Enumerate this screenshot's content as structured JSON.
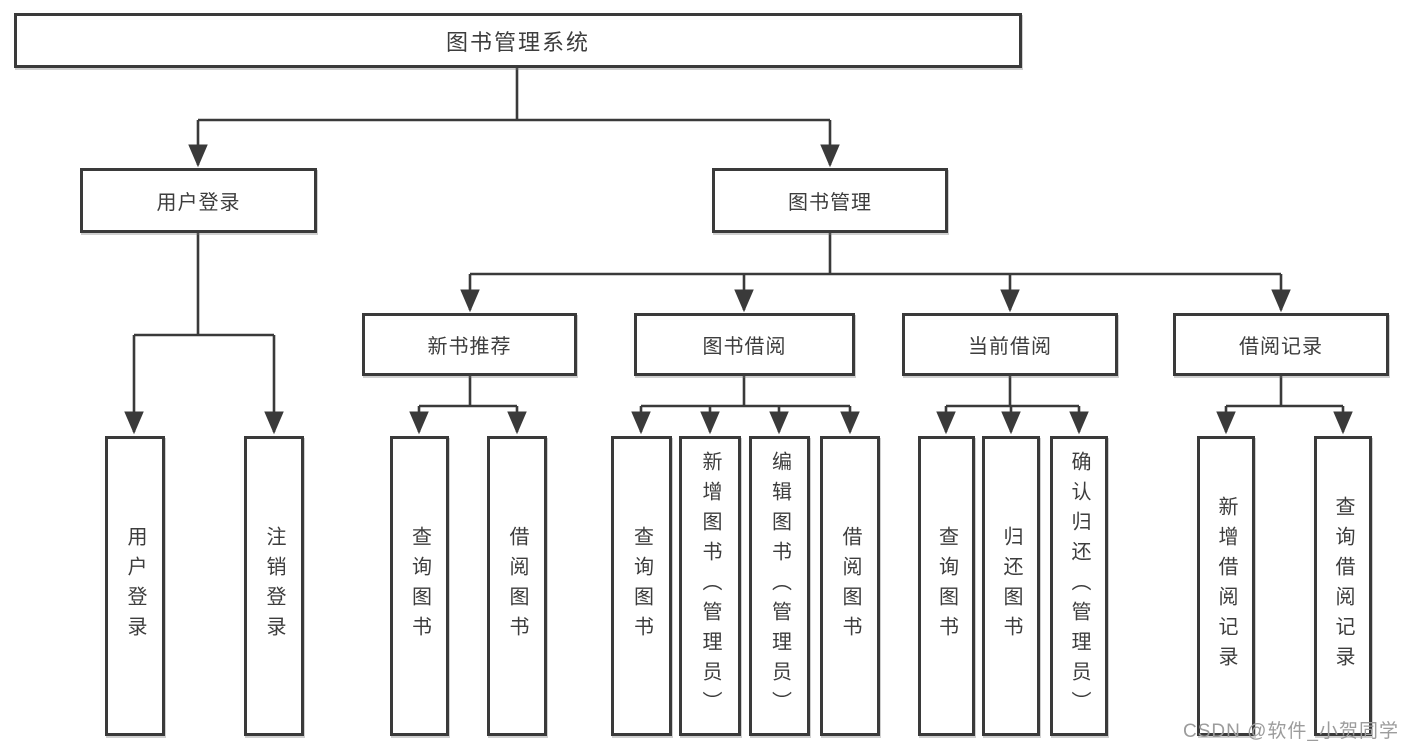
{
  "tree": {
    "root": {
      "label": "图书管理系统"
    },
    "level2": [
      {
        "label": "用户登录",
        "children": [
          {
            "label": "用户登录"
          },
          {
            "label": "注销登录"
          }
        ]
      },
      {
        "label": "图书管理",
        "children": [
          {
            "label": "新书推荐",
            "children": [
              {
                "label": "查询图书"
              },
              {
                "label": "借阅图书"
              }
            ]
          },
          {
            "label": "图书借阅",
            "children": [
              {
                "label": "查询图书"
              },
              {
                "label": "新增图书（管理员）"
              },
              {
                "label": "编辑图书（管理员）"
              },
              {
                "label": "借阅图书"
              }
            ]
          },
          {
            "label": "当前借阅",
            "children": [
              {
                "label": "查询图书"
              },
              {
                "label": "归还图书"
              },
              {
                "label": "确认归还（管理员）"
              }
            ]
          },
          {
            "label": "借阅记录",
            "children": [
              {
                "label": "新增借阅记录"
              },
              {
                "label": "查询借阅记录"
              }
            ]
          }
        ]
      }
    ]
  },
  "watermark": "CSDN @软件_小贺同学",
  "colors": {
    "line": "#3a3a3a",
    "text": "#3d3d3d",
    "background": "#ffffff",
    "watermark": "#9c9c9c"
  }
}
